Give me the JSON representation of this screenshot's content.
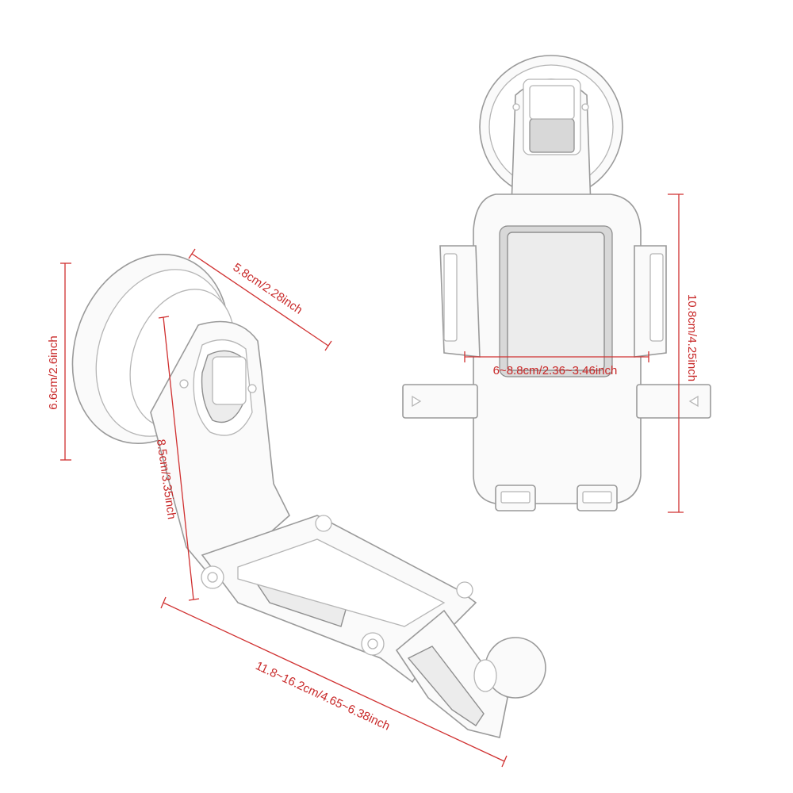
{
  "dimensions": {
    "cup_diameter": "5.8cm/2.28inch",
    "cup_height": "6.6cm/2.6inch",
    "arm_length": "8.5cm/3.35inch",
    "extension_length": "11.8~16.2cm/4.65~6.38inch",
    "clamp_width": "6~8.8cm/2.36~3.46inch",
    "holder_height": "10.8cm/4.25inch"
  },
  "colors": {
    "dimension": "#c82828",
    "sketch_stroke": "#9a9a9a"
  }
}
